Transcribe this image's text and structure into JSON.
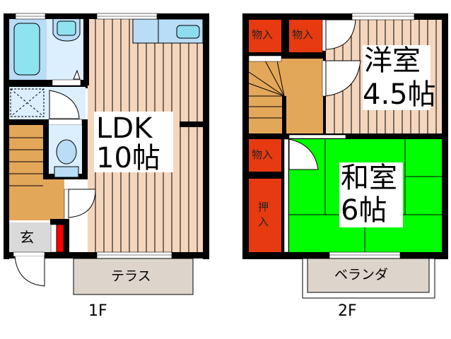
{
  "floors": [
    {
      "label": "1F",
      "rooms": [
        {
          "name": "LDK",
          "size": "10帖",
          "type": "living-dining-kitchen"
        },
        {
          "name": "玄",
          "type": "entrance"
        },
        {
          "name": "テラス",
          "type": "terrace"
        }
      ],
      "fixtures": [
        "bathtub",
        "washbasin",
        "washing-machine-space",
        "toilet",
        "kitchen-counter",
        "stairs",
        "shoe-cabinet"
      ]
    },
    {
      "label": "2F",
      "rooms": [
        {
          "name": "洋室",
          "size": "4.5帖",
          "type": "western-room"
        },
        {
          "name": "和室",
          "size": "6帖",
          "type": "japanese-room"
        },
        {
          "name": "ベランダ",
          "type": "balcony"
        }
      ],
      "storage": [
        {
          "label": "物入",
          "id": "storage-1"
        },
        {
          "label": "物入",
          "id": "storage-2"
        },
        {
          "label": "物入",
          "id": "storage-3"
        },
        {
          "label": "押入",
          "id": "closet"
        }
      ]
    }
  ],
  "colors": {
    "wall": "#000000",
    "flooring": "#f5d6bd",
    "water_area": "#dcefff",
    "fixture": "#b9dcf7",
    "stairs": "#e3a75a",
    "entrance": "#d9d9d9",
    "storage": "#e83a10",
    "tatami": "#00ff00",
    "terrace": "#ddd5cc",
    "shoe_cabinet": "#ff0000"
  }
}
